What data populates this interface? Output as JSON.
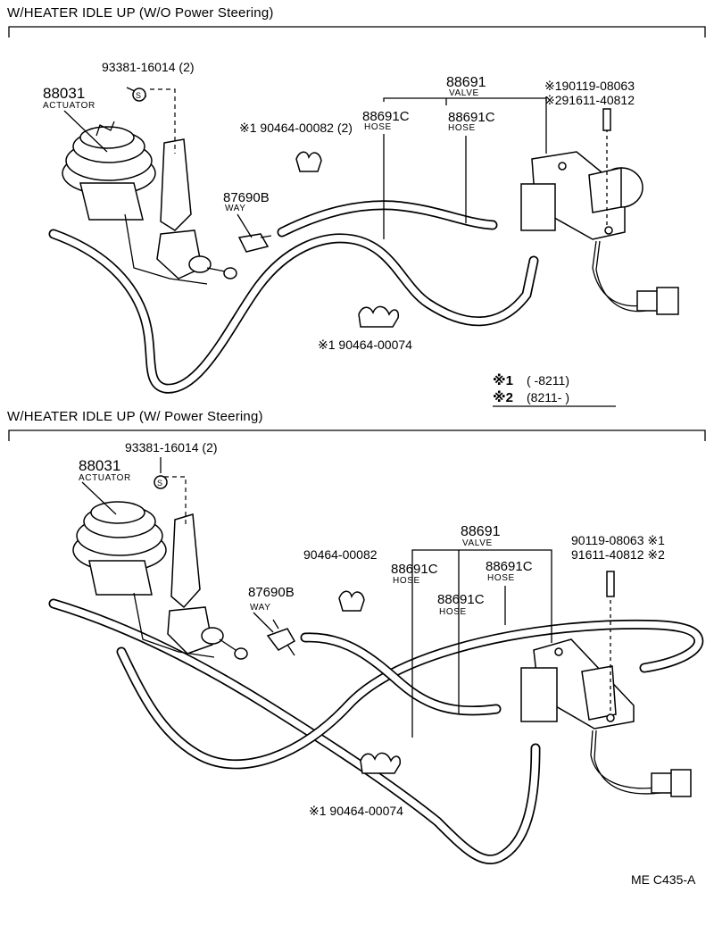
{
  "sections": [
    {
      "title": "W/HEATER  IDLE  UP (W/O Power Steering)",
      "labels": {
        "screw": "93381-16014 (2)",
        "screw_symbol": "S",
        "actuator_no": "88031",
        "actuator_name": "ACTUATOR",
        "valve_no": "88691",
        "valve_name": "VALVE",
        "bolt1": "※190119-08063",
        "bolt2": "※291611-40812",
        "clamp_top": "※1 90464-00082 (2)",
        "hose_left_no": "88691C",
        "hose_left_name": "HOSE",
        "hose_right_no": "88691C",
        "hose_right_name": "HOSE",
        "way_no": "87690B",
        "way_name": "WAY",
        "clamp_bottom": "※1 90464-00074"
      }
    },
    {
      "title": "W/HEATER  IDLE  UP (W/ Power Steering)",
      "labels": {
        "screw": "93381-16014 (2)",
        "screw_symbol": "S",
        "actuator_no": "88031",
        "actuator_name": "ACTUATOR",
        "valve_no": "88691",
        "valve_name": "VALVE",
        "bolt1": "90119-08063 ※1",
        "bolt2": "91611-40812 ※2",
        "clamp_top": "90464-00082",
        "hose_left_no": "88691C",
        "hose_left_name": "HOSE",
        "hose_mid_no": "88691C",
        "hose_mid_name": "HOSE",
        "hose_right_no": "88691C",
        "hose_right_name": "HOSE",
        "way_no": "87690B",
        "way_name": "WAY",
        "clamp_bottom": "※1  90464-00074"
      }
    }
  ],
  "legend": [
    {
      "mark": "※1",
      "range": "(      -8211)"
    },
    {
      "mark": "※2",
      "range": "(8211-      )"
    }
  ],
  "footer_code": "ME  C435-A"
}
